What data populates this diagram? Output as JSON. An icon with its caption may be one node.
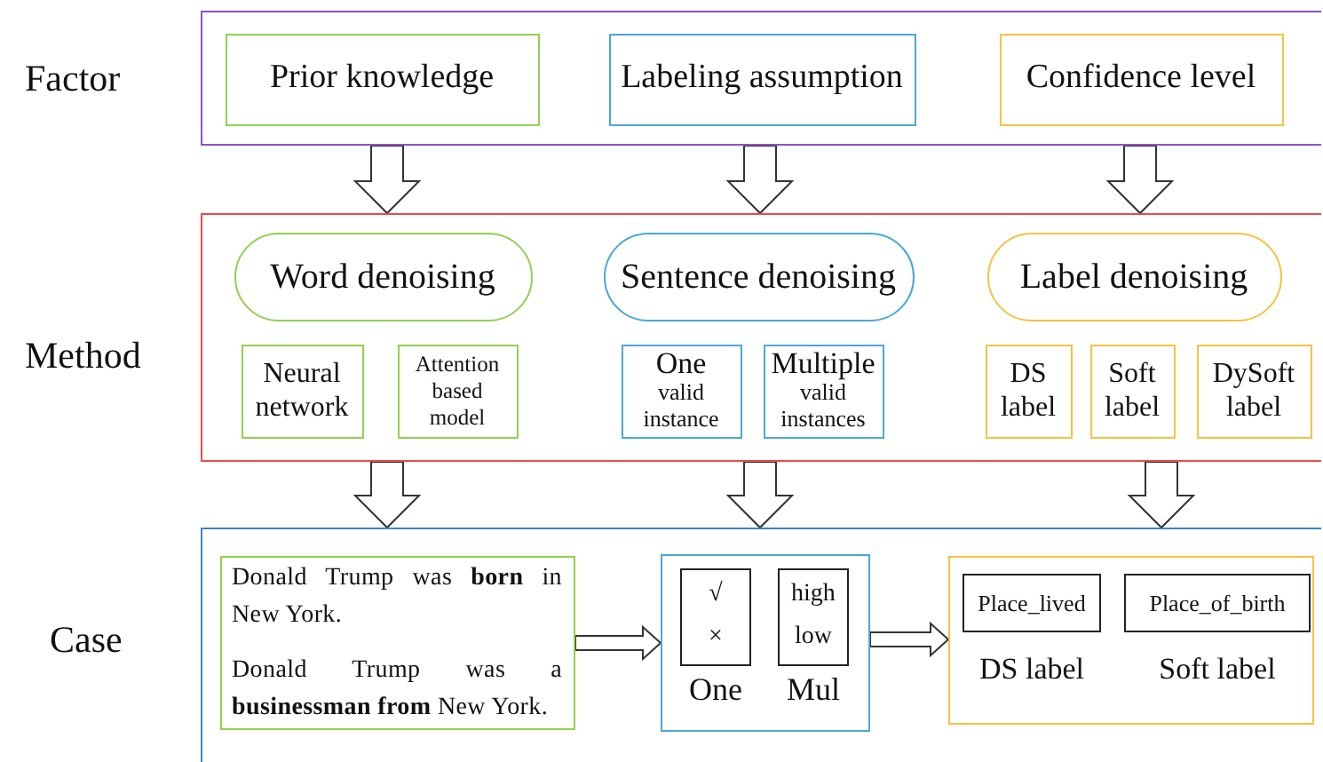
{
  "diagram": {
    "nodes": [
      {
        "text": [],
        "shape": "box"
      },
      {
        "text": [
          "Prior knowledge"
        ],
        "in": 0
      },
      {
        "text": [
          "Labeling assumption"
        ],
        "in": 0
      },
      {
        "text": [
          "Confidence level"
        ],
        "in": 0
      },
      {
        "text": [],
        "shape": "box"
      },
      {
        "text": [
          "Word denoising"
        ],
        "in": 4
      },
      {
        "text": [
          "Sentence denoising"
        ],
        "in": 4
      },
      {
        "text": [
          "Label denoising"
        ],
        "in": 4
      },
      {
        "text": [
          "Neural network"
        ],
        "in": 4
      },
      {
        "text": [
          "Attention based model"
        ],
        "in": 4
      },
      {
        "text": [
          "One",
          "valid instance"
        ],
        "in": 4
      },
      {
        "text": [
          "Multiple",
          "valid instances"
        ],
        "in": 4
      },
      {
        "text": [
          "DS label"
        ],
        "in": 4
      },
      {
        "text": [
          "Soft label"
        ],
        "in": 4
      },
      {
        "text": [
          "DySoft label"
        ],
        "in": 4
      },
      {
        "text": [],
        "shape": "box"
      },
      {
        "text": [
          "Donald Trump was **born** in New York.",
          "Donald Trump was a **businessman from** New York."
        ],
        "in": 15
      },
      {
        "text": [],
        "shape": "box",
        "in": 15
      },
      {
        "text": [
          "√",
          "×"
        ],
        "beside": [
          "One"
        ],
        "in": 17
      },
      {
        "text": [
          "high",
          "low"
        ],
        "beside": [
          "Mul"
        ],
        "in": 17
      },
      {
        "text": [],
        "shape": "box",
        "in": 15
      },
      {
        "text": [
          "Place_lived"
        ],
        "beside": [
          "DS label"
        ],
        "in": 20
      },
      {
        "text": [
          "Place_of_birth"
        ],
        "beside": [
          "Soft label"
        ],
        "in": 20
      }
    ],
    "edges": [
      {
        "from": 0,
        "to": 4,
        "arrow": "to"
      },
      {
        "from": 0,
        "to": 4,
        "arrow": "to"
      },
      {
        "from": 0,
        "to": 4,
        "arrow": "to"
      },
      {
        "from": 4,
        "to": 15,
        "arrow": "to"
      },
      {
        "from": 4,
        "to": 15,
        "arrow": "to"
      },
      {
        "from": 4,
        "to": 15,
        "arrow": "to"
      },
      {
        "from": 16,
        "to": 17,
        "arrow": "to"
      },
      {
        "from": 17,
        "to": 20,
        "arrow": "to"
      }
    ],
    "labels": [
      "Factor",
      "Method",
      "Case"
    ]
  }
}
